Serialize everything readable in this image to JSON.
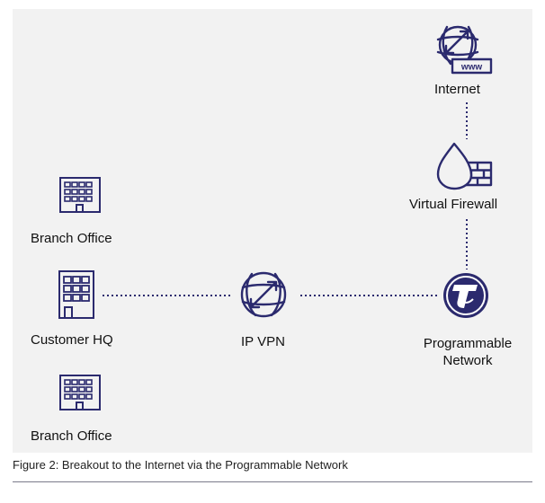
{
  "nodes": {
    "internet": {
      "label": "Internet",
      "icon": "globe-www-icon"
    },
    "virtual_firewall": {
      "label": "Virtual Firewall",
      "icon": "firewall-icon"
    },
    "branch_office_top": {
      "label": "Branch Office",
      "icon": "building-icon"
    },
    "customer_hq": {
      "label": "Customer HQ",
      "icon": "building-icon"
    },
    "ip_vpn": {
      "label": "IP VPN",
      "icon": "globe-icon"
    },
    "programmable_network": {
      "label_line1": "Programmable",
      "label_line2": "Network",
      "icon": "telstra-logo-icon"
    },
    "branch_office_bottom": {
      "label": "Branch Office",
      "icon": "building-icon"
    }
  },
  "caption": "Figure 2: Breakout to the Internet via the Programmable Network",
  "colors": {
    "icon": "#2b2a6e",
    "panel": "#f2f2f2",
    "connector": "#2b2a6e"
  }
}
